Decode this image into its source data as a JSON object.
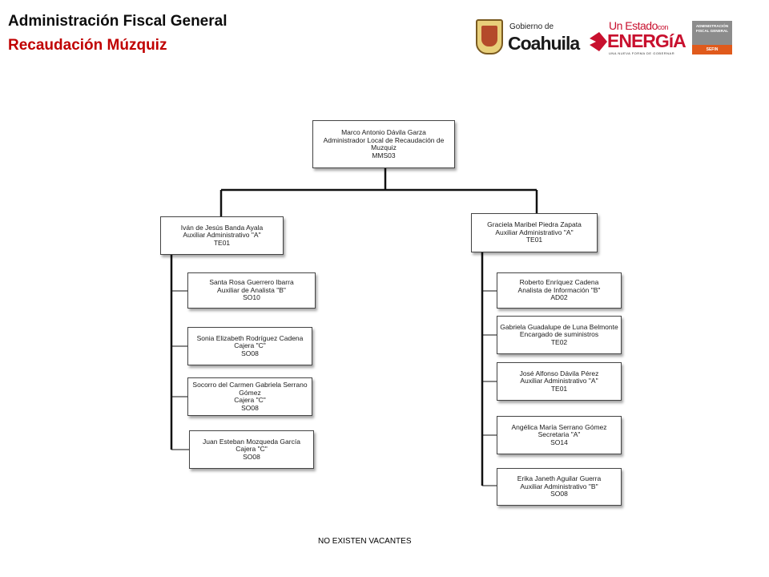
{
  "header": {
    "title": "Administración Fiscal General",
    "subtitle": "Recaudación Múzquiz"
  },
  "logos": {
    "coahuila": {
      "gobierno_de": "Gobierno de",
      "name": "Coahuila"
    },
    "energia": {
      "un_estado": "Un Estado",
      "con": "con",
      "name": "ENERGíA",
      "tagline": "UNA NUEVA FORMA DE GOBERNAR"
    },
    "afg": {
      "text": "ADMINISTRACIÓN FISCAL GENERAL",
      "band": "SEFIN"
    }
  },
  "org": {
    "top": {
      "name": "Marco Antonio Dávila Garza",
      "role": "Administrador Local de Recaudación de Muzquiz",
      "code": "MMS03"
    },
    "left_manager": {
      "name": "Iván de Jesús Banda Ayala",
      "role": "Auxiliar Administrativo \"A\"",
      "code": "TE01"
    },
    "right_manager": {
      "name": "Graciela Maribel Piedra Zapata",
      "role": "Auxiliar Administrativo \"A\"",
      "code": "TE01"
    },
    "left": [
      {
        "name": "Santa Rosa Guerrero Ibarra",
        "role": "Auxiliar de Analista \"B\"",
        "code": "SO10"
      },
      {
        "name": "Sonia Elizabeth Rodríguez Cadena",
        "role": "Cajera \"C\"",
        "code": "SO08"
      },
      {
        "name": "Socorro del Carmen Gabriela Serrano Gómez",
        "role": "Cajera \"C\"",
        "code": "SO08"
      },
      {
        "name": "Juan Esteban Mozqueda García",
        "role": "Cajera \"C\"",
        "code": "SO08"
      }
    ],
    "right": [
      {
        "name": "Roberto Enríquez Cadena",
        "role": "Analista de Información \"B\"",
        "code": "AD02"
      },
      {
        "name": "Gabriela Guadalupe de Luna Belmonte",
        "role": "Encargado de suministros",
        "code": "TE02"
      },
      {
        "name": "José Alfonso Dávila Pérez",
        "role": "Auxiliar Administrativo \"A\"",
        "code": "TE01"
      },
      {
        "name": "Angélica María Serrano Gómez",
        "role": "Secretaria \"A\"",
        "code": "SO14"
      },
      {
        "name": "Erika Janeth Aguilar Guerra",
        "role": "Auxiliar Administrativo \"B\"",
        "code": "SO08"
      }
    ]
  },
  "footer": {
    "note": "NO EXISTEN VACANTES"
  },
  "colors": {
    "title": "#0d0d0d",
    "subtitle": "#c00000",
    "energia": "#c8102e",
    "afg_band": "#e05a1c"
  }
}
